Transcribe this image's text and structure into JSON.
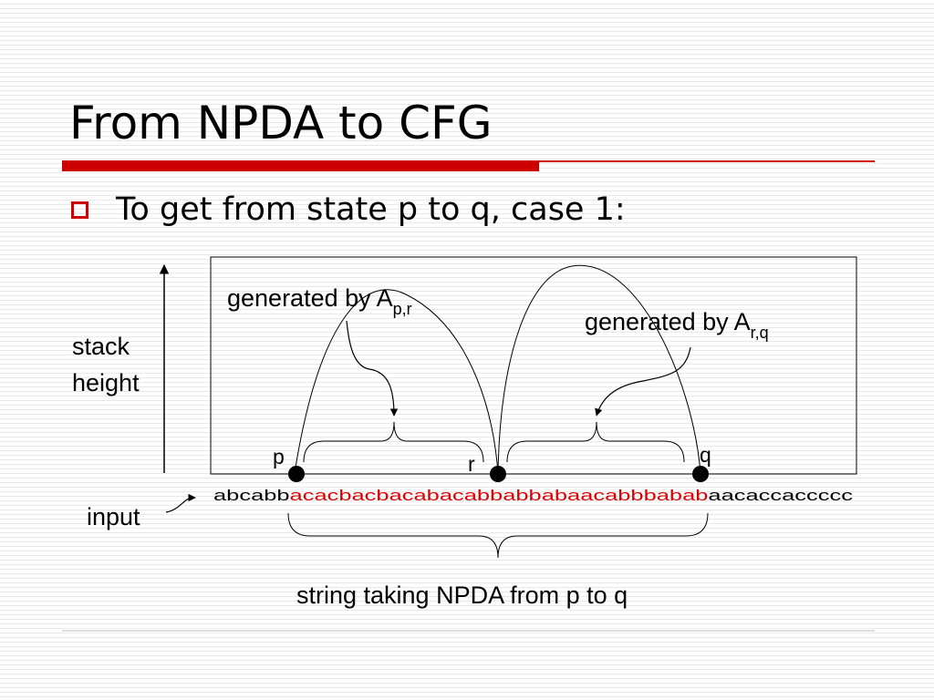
{
  "slide": {
    "title": "From NPDA to CFG",
    "bullet": "To get from state p to q, case 1:"
  },
  "diagram": {
    "stack_label_1": "stack",
    "stack_label_2": "height",
    "input_label": "input",
    "input_prefix": "abcabb",
    "input_highlight": "acacbacbacabacabbabbabaacabbbabab",
    "input_suffix": "aacaccaccccc",
    "label_left_main": "generated by A",
    "label_left_sub": "p,r",
    "label_right_main": "generated by A",
    "label_right_sub": "r,q",
    "state_p": "p",
    "state_r": "r",
    "state_q": "q",
    "bottom_caption": "string taking NPDA from p to q"
  },
  "colors": {
    "accent": "#cc0000",
    "text": "#000000"
  }
}
